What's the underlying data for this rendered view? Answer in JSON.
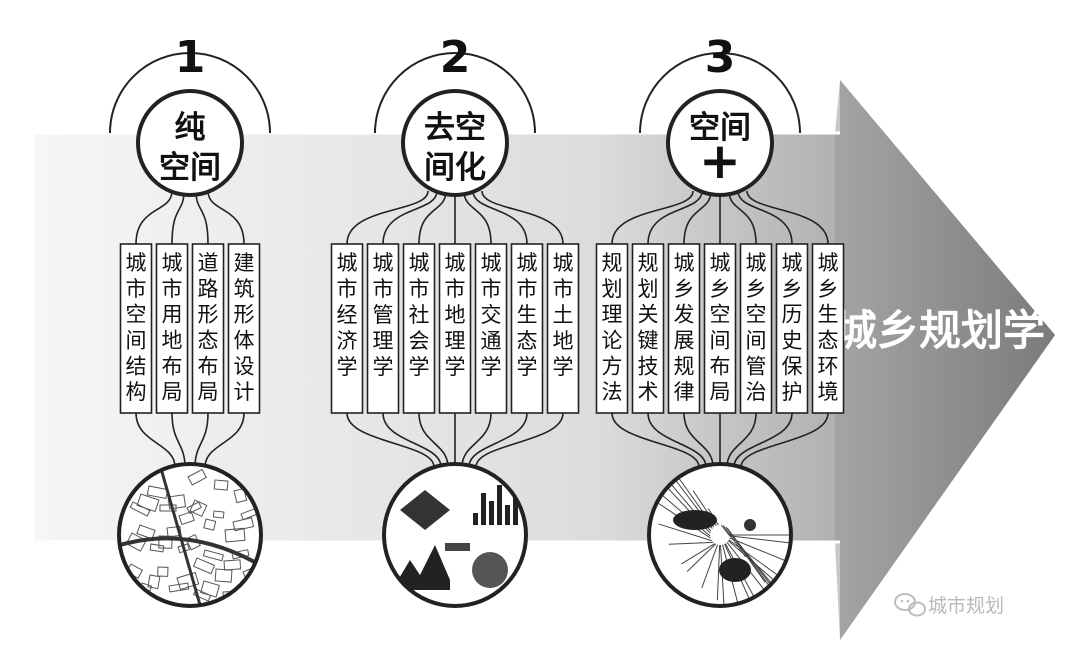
{
  "main_label": "城乡规划学",
  "watermark": "城市规划",
  "watermark_icon": "wechat-icon",
  "stages": [
    {
      "number": "1",
      "title_lines": [
        "纯",
        "空间"
      ],
      "image": "city-plan-map",
      "items": [
        "城市空间结构",
        "城市用地布局",
        "道路形态布局",
        "建筑形体设计"
      ]
    },
    {
      "number": "2",
      "title_lines": [
        "去空",
        "间化"
      ],
      "image": "statistics-charts",
      "items": [
        "城市经济学",
        "城市管理学",
        "城市社会学",
        "城市地理学",
        "城市交通学",
        "城市生态学",
        "城市土地学"
      ]
    },
    {
      "number": "3",
      "title_lines": [
        "空间",
        "+"
      ],
      "image": "regional-network-map",
      "items": [
        "规划理论方法",
        "规划关键技术",
        "城乡发展规律",
        "城乡空间布局",
        "城乡空间管治",
        "城乡历史保护",
        "城乡生态环境"
      ]
    }
  ],
  "colors": {
    "arrow_dark": "#8c8c8c",
    "arrow_light": "#f4f4f4",
    "line": "#222222",
    "box_fill": "#ffffff"
  }
}
